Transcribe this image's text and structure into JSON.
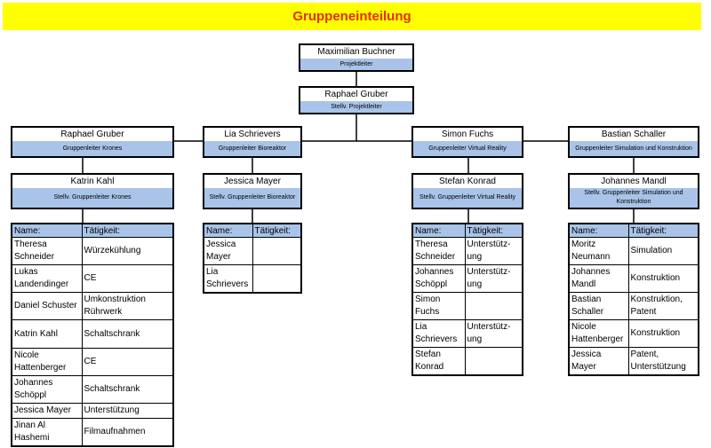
{
  "title": "Gruppeneinteilung",
  "colors": {
    "title_bg": "#ffff00",
    "title_text": "#e03000",
    "role_bg": "#a9c4e8"
  },
  "top": [
    {
      "name": "Maximilian Buchner",
      "role": "Projektleiter"
    },
    {
      "name": "Raphael Gruber",
      "role": "Stellv. Projektleiter"
    }
  ],
  "groups": [
    {
      "leader": {
        "name": "Raphael Gruber",
        "role": "Gruppenleiter Krones"
      },
      "deputy": {
        "name": "Katrin Kahl",
        "role": "Stellv. Gruppenleiter Krones"
      },
      "headers": [
        "Name:",
        "Tätigkeit:"
      ],
      "rows": [
        [
          "Theresa Schneider",
          "Würzekühlung"
        ],
        [
          "Lukas Landendinger",
          "CE"
        ],
        [
          "Daniel Schuster",
          "Umkonstruktion Rührwerk"
        ],
        [
          "Katrin Kahl",
          "Schaltschrank"
        ],
        [
          "Nicole Hattenberger",
          "CE"
        ],
        [
          "Johannes Schöppl",
          "Schaltschrank"
        ],
        [
          "Jessica Mayer",
          "Unterstützung"
        ],
        [
          "Jinan Al Hashemi",
          "Filmaufnahmen"
        ]
      ]
    },
    {
      "leader": {
        "name": "Lia Schrievers",
        "role": "Gruppenleiter Bioreaktor"
      },
      "deputy": {
        "name": "Jessica Mayer",
        "role": "Stellv. Gruppenleiter Bioreaktor"
      },
      "headers": [
        "Name:",
        "Tätigkeit:"
      ],
      "rows": [
        [
          "Jessica Mayer",
          ""
        ],
        [
          "Lia Schrievers",
          ""
        ]
      ]
    },
    {
      "leader": {
        "name": "Simon Fuchs",
        "role": "Gruppenleiter Virtual Reality"
      },
      "deputy": {
        "name": "Stefan Konrad",
        "role": "Stellv. Gruppenleiter Virtual Reality"
      },
      "headers": [
        "Name:",
        "Tätigkeit:"
      ],
      "rows": [
        [
          "Theresa Schneider",
          "Unterstütz-ung"
        ],
        [
          "Johannes Schöppl",
          "Unterstütz-ung"
        ],
        [
          "Simon Fuchs",
          ""
        ],
        [
          "Lia Schrievers",
          "Unterstütz-ung"
        ],
        [
          "Stefan Konrad",
          ""
        ]
      ]
    },
    {
      "leader": {
        "name": "Bastian Schaller",
        "role": "Gruppenleiter Simulation und Konstruktion"
      },
      "deputy": {
        "name": "Johannes Mandl",
        "role": "Stellv. Gruppenleiter Simulation und Konstruktion"
      },
      "headers": [
        "Name:",
        "Tätigkeit:"
      ],
      "rows": [
        [
          "Moritz Neumann",
          "Simulation"
        ],
        [
          "Johannes Mandl",
          "Konstruktion"
        ],
        [
          "Bastian Schaller",
          "Konstruktion, Patent"
        ],
        [
          "Nicole Hattenberger",
          "Konstruktion"
        ],
        [
          "Jessica Mayer",
          "Patent, Unterstützung"
        ]
      ]
    }
  ]
}
